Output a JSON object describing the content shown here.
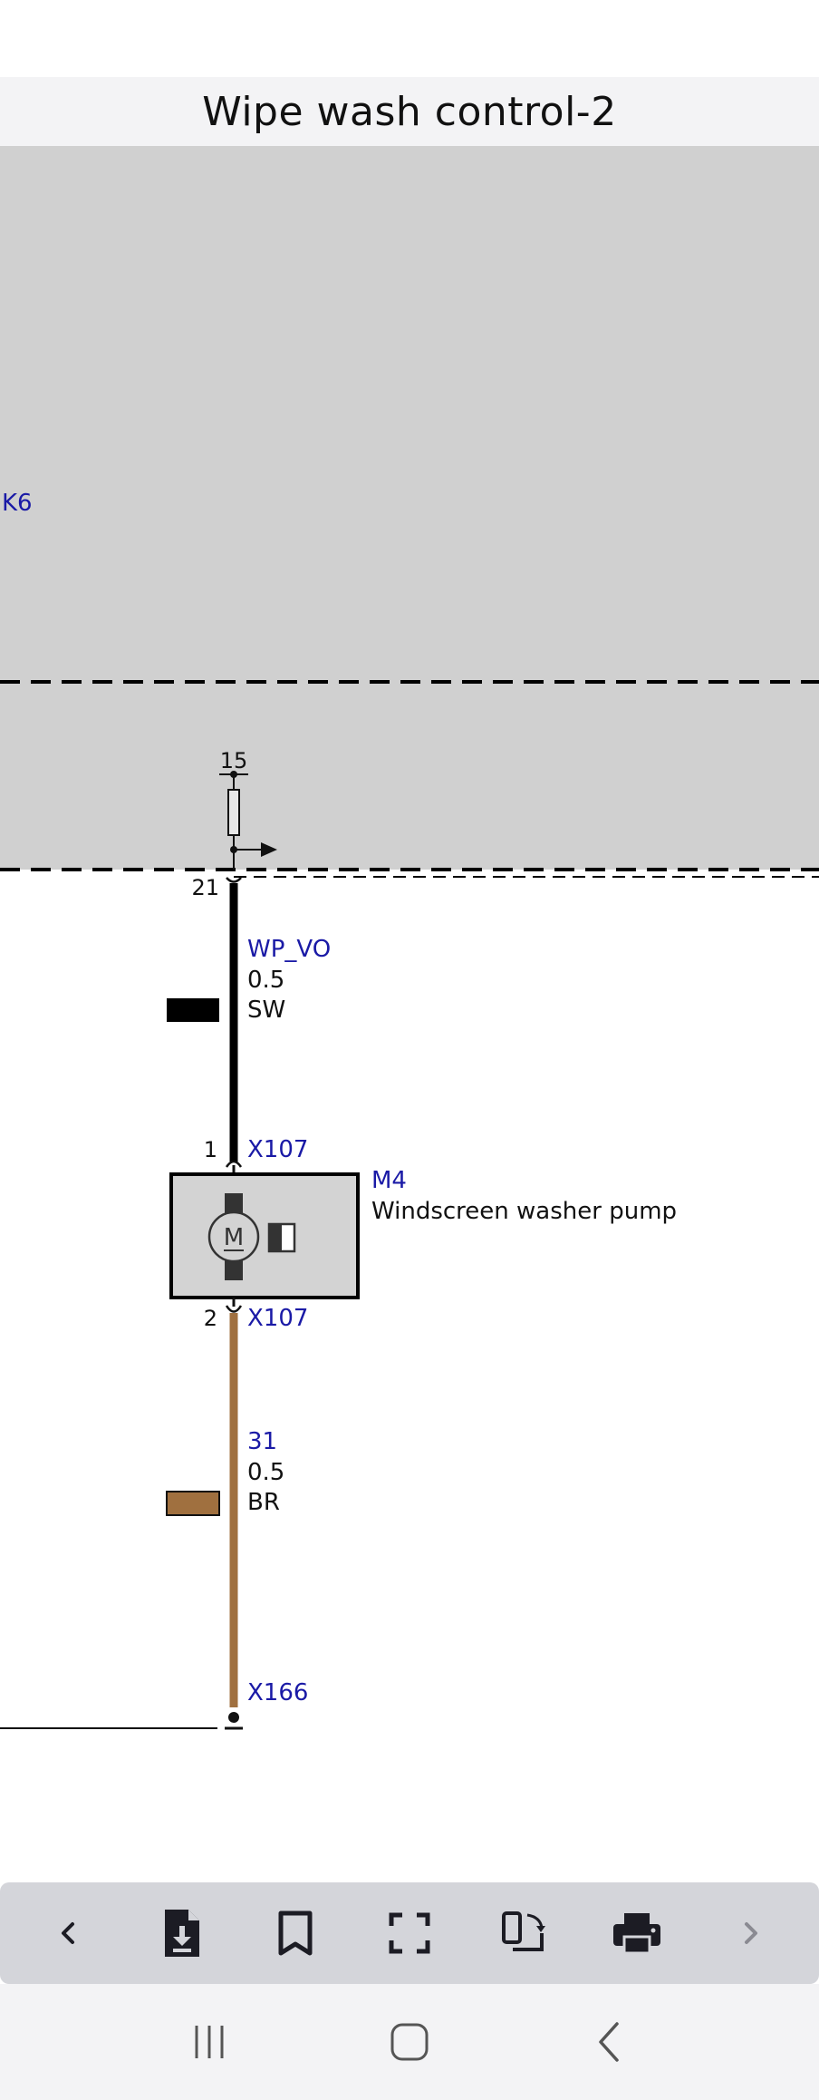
{
  "header": {
    "title": "Wipe wash control-2"
  },
  "diagram": {
    "control_module_label": "K6",
    "terminal_label": "15",
    "module_pin": "21",
    "wire_top": {
      "signal": "WP_VO",
      "gauge": "0.5",
      "color_code": "SW",
      "color_hex": "#000000"
    },
    "connector_top": {
      "pin": "1",
      "name": "X107"
    },
    "component": {
      "id": "M4",
      "name": "Windscreen washer pump",
      "motor_symbol": "M"
    },
    "connector_bottom": {
      "pin": "2",
      "name": "X107"
    },
    "wire_bottom": {
      "signal": "31",
      "gauge": "0.5",
      "color_code": "BR",
      "color_hex": "#a0703f"
    },
    "ground_point": {
      "name": "X166"
    },
    "colors": {
      "module_fill": "#d0d0d0",
      "label_blue": "#1a1aa6",
      "component_fill": "#d3d3d3"
    }
  },
  "toolbar": {
    "items": [
      {
        "name": "previous-page",
        "icon": "chevron-left-icon"
      },
      {
        "name": "download",
        "icon": "download-file-icon"
      },
      {
        "name": "bookmark",
        "icon": "bookmark-icon"
      },
      {
        "name": "fullscreen",
        "icon": "fullscreen-icon"
      },
      {
        "name": "rotate",
        "icon": "rotate-screen-icon"
      },
      {
        "name": "print",
        "icon": "printer-icon"
      },
      {
        "name": "next-page",
        "icon": "chevron-right-icon"
      }
    ]
  },
  "system_nav": {
    "items": [
      {
        "name": "recent-apps",
        "icon": "recent-apps-icon"
      },
      {
        "name": "home",
        "icon": "home-icon"
      },
      {
        "name": "back",
        "icon": "back-icon"
      }
    ]
  }
}
